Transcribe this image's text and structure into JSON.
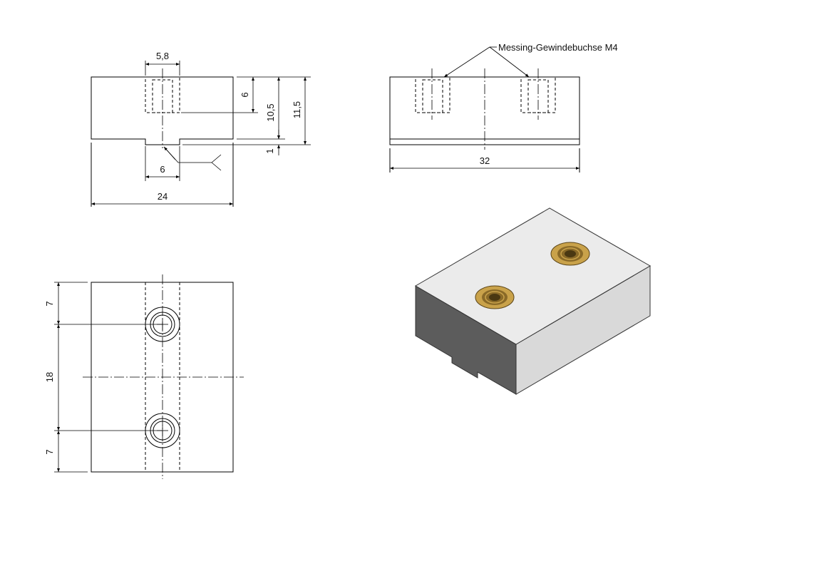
{
  "front_view": {
    "dim_top_width": "5,8",
    "dim_groove_width": "6",
    "dim_total_width": "24",
    "dim_insert_depth": "6",
    "dim_height_a": "10,5",
    "dim_height_b": "11,5",
    "dim_groove_depth": "1"
  },
  "side_view": {
    "callout": "Messing-Gewindebuchse M4",
    "dim_length": "32"
  },
  "top_view": {
    "dim_top": "7",
    "dim_middle": "18",
    "dim_bottom": "7"
  },
  "iso_view": {
    "colors": {
      "top_face": "#ebebeb",
      "front_face": "#d9d9d9",
      "left_face": "#5c5c5c",
      "brass": "#c9a24a",
      "brass_dark": "#8a6a28"
    }
  }
}
